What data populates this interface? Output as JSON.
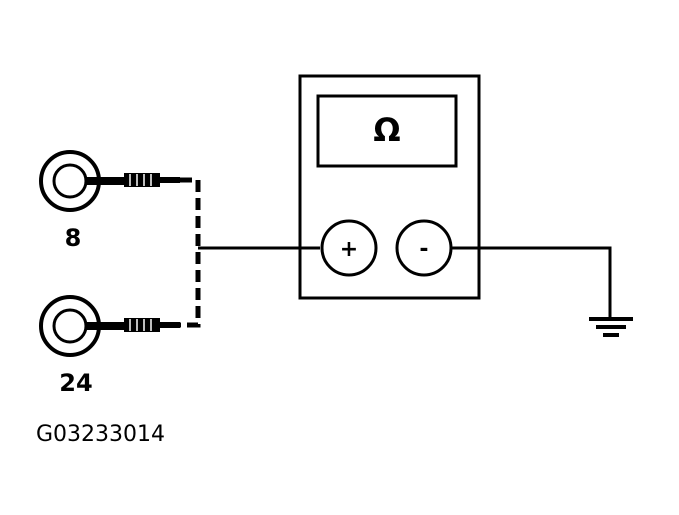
{
  "terminals": [
    {
      "label": "8"
    },
    {
      "label": "24"
    }
  ],
  "meter": {
    "display_symbol": "Ω",
    "positive_symbol": "+",
    "negative_symbol": "-"
  },
  "figure_id": "G03233014"
}
